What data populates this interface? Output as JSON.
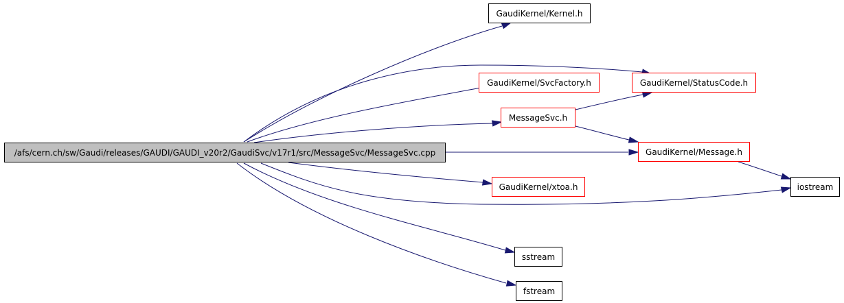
{
  "graph": {
    "colors": {
      "edge": "#191970",
      "root_fill": "#bfbfbf",
      "documented_border": "#000000",
      "undocumented_border": "#ff0000"
    },
    "nodes": {
      "root": {
        "label": "/afs/cern.ch/sw/Gaudi/releases/GAUDI/GAUDI_v20r2/GaudiSvc/v17r1/src/MessageSvc/MessageSvc.cpp"
      },
      "kernel_h": {
        "label": "GaudiKernel/Kernel.h"
      },
      "svcfactory_h": {
        "label": "GaudiKernel/SvcFactory.h"
      },
      "statuscode_h": {
        "label": "GaudiKernel/StatusCode.h"
      },
      "messagesvc_h": {
        "label": "MessageSvc.h"
      },
      "message_h": {
        "label": "GaudiKernel/Message.h"
      },
      "xtoa_h": {
        "label": "GaudiKernel/xtoa.h"
      },
      "iostream": {
        "label": "iostream"
      },
      "sstream": {
        "label": "sstream"
      },
      "fstream": {
        "label": "fstream"
      }
    },
    "edges": [
      {
        "from": "root",
        "to": "kernel_h"
      },
      {
        "from": "root",
        "to": "statuscode_h"
      },
      {
        "from": "root",
        "to": "svcfactory_h"
      },
      {
        "from": "root",
        "to": "messagesvc_h"
      },
      {
        "from": "root",
        "to": "message_h"
      },
      {
        "from": "root",
        "to": "xtoa_h"
      },
      {
        "from": "root",
        "to": "iostream"
      },
      {
        "from": "root",
        "to": "sstream"
      },
      {
        "from": "root",
        "to": "fstream"
      },
      {
        "from": "messagesvc_h",
        "to": "statuscode_h"
      },
      {
        "from": "messagesvc_h",
        "to": "message_h"
      },
      {
        "from": "message_h",
        "to": "iostream"
      }
    ]
  }
}
